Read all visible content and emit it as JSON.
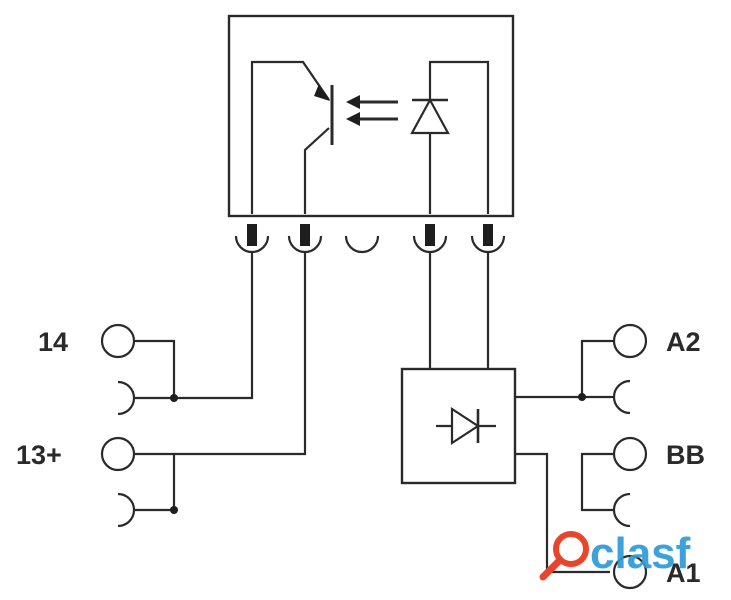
{
  "terminals": {
    "left_top": "14",
    "left_bottom": "13+",
    "right_top": "A2",
    "right_middle": "BB",
    "right_bottom": "A1"
  },
  "watermark": {
    "text": "clasf",
    "color": "#2e9bd6",
    "accent": "#e8452c"
  }
}
